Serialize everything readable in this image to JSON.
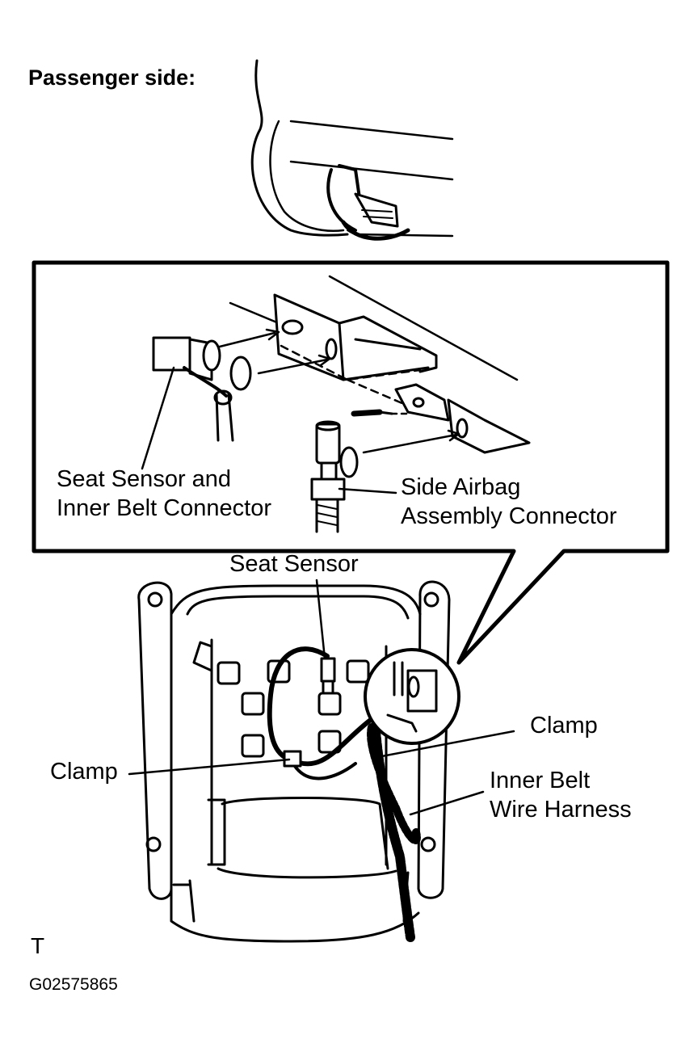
{
  "title": "Passenger side:",
  "labels": {
    "seat_sensor_inner_belt_connector": [
      "Seat Sensor and",
      "Inner Belt Connector"
    ],
    "side_airbag_assembly_connector": [
      "Side Airbag",
      "Assembly Connector"
    ],
    "seat_sensor": "Seat Sensor",
    "clamp_right": "Clamp",
    "clamp_left": "Clamp",
    "inner_belt_wire_harness": [
      "Inner Belt",
      "Wire Harness"
    ]
  },
  "footer": {
    "marker": "T",
    "figure_id": "G02575865"
  }
}
